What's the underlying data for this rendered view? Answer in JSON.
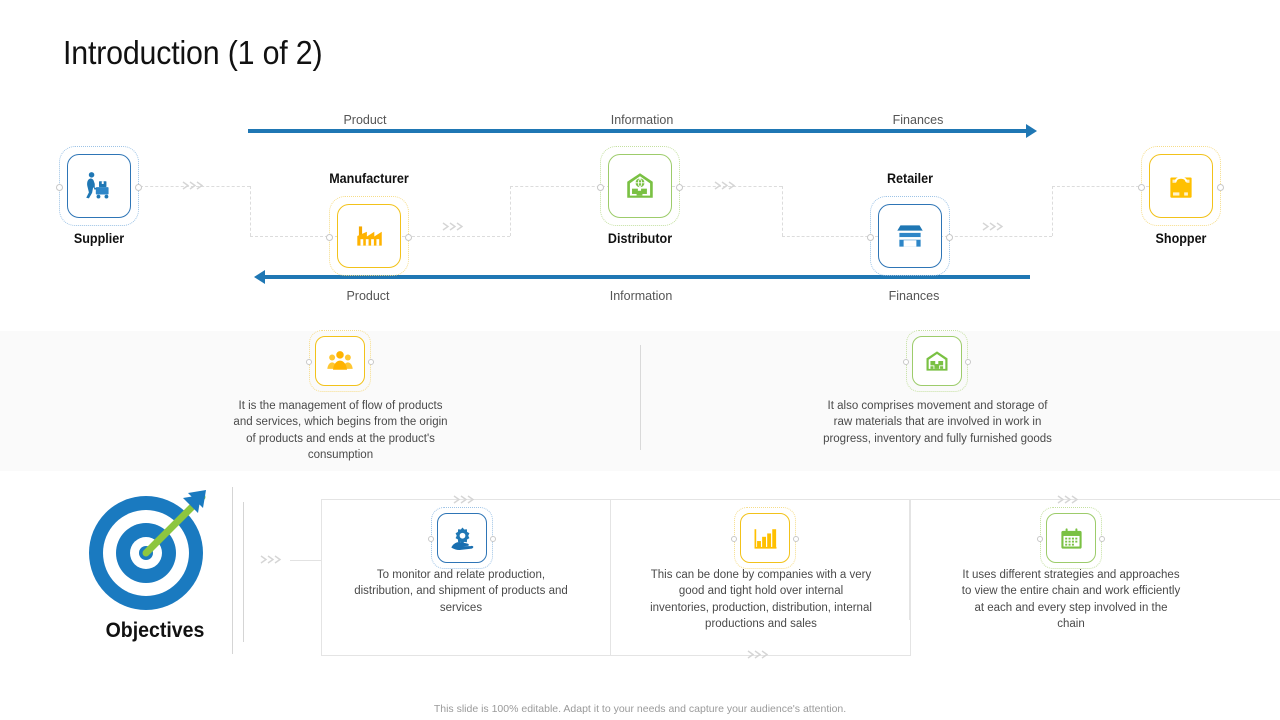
{
  "slide": {
    "title": "Introduction (1 of 2)",
    "footer": "This slide is 100% editable. Adapt it to your needs and capture your audience's attention."
  },
  "colors": {
    "blue": "#1f77b4",
    "node_blue": "#2e75b6",
    "yellow": "#f2c21a",
    "green": "#9dcc6b",
    "band": "#fafafa",
    "text_gray": "#4a4a4a"
  },
  "supply_chain": {
    "top_flow": {
      "direction": "right",
      "labels": [
        "Product",
        "Information",
        "Finances"
      ]
    },
    "bottom_flow": {
      "direction": "left",
      "labels": [
        "Product",
        "Information",
        "Finances"
      ]
    },
    "nodes": [
      {
        "label": "Supplier",
        "icon": "worker-pushing-cart-icon",
        "color": "blue",
        "row": "upper"
      },
      {
        "label": "Manufacturer",
        "icon": "factory-icon",
        "color": "yellow",
        "row": "lower"
      },
      {
        "label": "Distributor",
        "icon": "warehouse-globe-icon",
        "color": "green",
        "row": "upper"
      },
      {
        "label": "Retailer",
        "icon": "storefront-icon",
        "color": "blue",
        "row": "lower"
      },
      {
        "label": "Shopper",
        "icon": "shopping-bag-icon",
        "color": "yellow",
        "row": "upper"
      }
    ]
  },
  "definition_blocks": [
    {
      "icon": "group-people-icon",
      "color": "yellow",
      "text": "It is the management of flow of products and services, which begins from the origin of products and ends at the product's consumption"
    },
    {
      "icon": "warehouse-boxes-icon",
      "color": "green",
      "text": "It also comprises movement and storage of raw materials that are involved in work in progress, inventory and fully furnished goods"
    }
  ],
  "objectives": {
    "label": "Objectives",
    "icon": "target-with-arrow-icon",
    "items": [
      {
        "icon": "hand-gear-icon",
        "color": "blue",
        "text": "To monitor and relate production, distribution, and shipment of products and services"
      },
      {
        "icon": "bar-chart-icon",
        "color": "yellow",
        "text": "This can be done by companies with a very good and tight hold over internal inventories, production, distribution, internal productions and sales"
      },
      {
        "icon": "calendar-icon",
        "color": "green",
        "text": "It uses different strategies and approaches to view the entire chain and work efficiently at each and every step involved in the chain"
      }
    ]
  }
}
